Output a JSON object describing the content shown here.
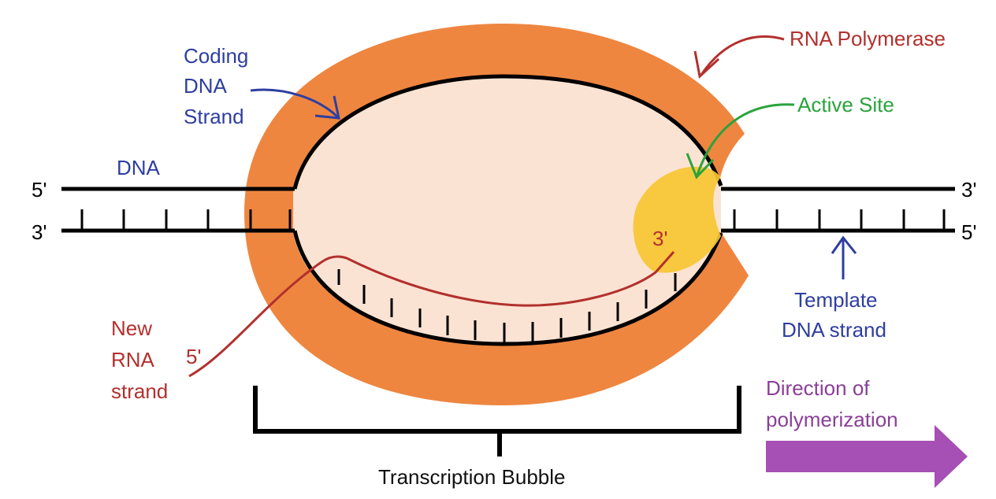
{
  "labels": {
    "coding_strand": [
      "Coding",
      "DNA",
      "Strand"
    ],
    "dna": "DNA",
    "rna_polymerase": "RNA Polymerase",
    "active_site": "Active Site",
    "template_strand": [
      "Template",
      "DNA strand"
    ],
    "new_rna": [
      "New",
      "RNA",
      "strand"
    ],
    "direction": [
      "Direction of",
      "polymerization"
    ],
    "bubble": "Transcription Bubble",
    "end_5_top_left": "5'",
    "end_3_bottom_left": "3'",
    "end_3_top_right": "3'",
    "end_5_bottom_right": "5'",
    "rna_3_end": "3'",
    "rna_5_end": "5'"
  },
  "colors": {
    "polymerase": "#ee8640",
    "bubble_fill": "#fbe3d3",
    "active_site": "#f7c531",
    "dna": "#000000",
    "blue_text": "#2e3ea0",
    "red_text": "#b2302e",
    "green_text": "#2aa33c",
    "purple_arrow": "#a64fb4"
  }
}
